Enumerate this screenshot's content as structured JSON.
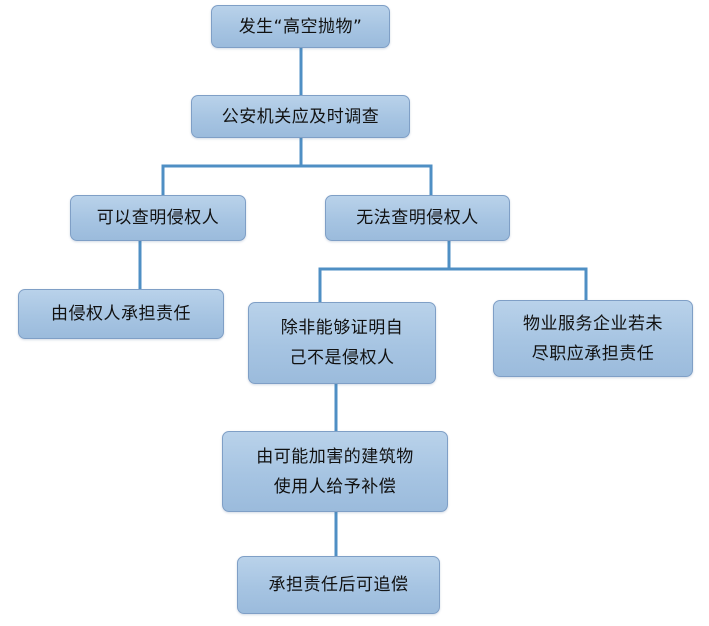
{
  "diagram": {
    "colors": {
      "connector": "#4f8fc4",
      "box_fill": "#a6c4e2",
      "box_border": "#7f9fc6",
      "text": "#111111"
    },
    "nodes": {
      "incident": "发生“高空抛物”",
      "police": "公安机关应及时调查",
      "identifiable": "可以查明侵权人",
      "unidentifiable": "无法查明侵权人",
      "tortfeasor_liable": "由侵权人承担责任",
      "unless_proved": "除非能够证明自\n己不是侵权人",
      "property_service": "物业服务企业若未\n尽职应承担责任",
      "building_users": "由可能加害的建筑物\n使用人给予补偿",
      "recourse": "承担责任后可追偿"
    }
  }
}
